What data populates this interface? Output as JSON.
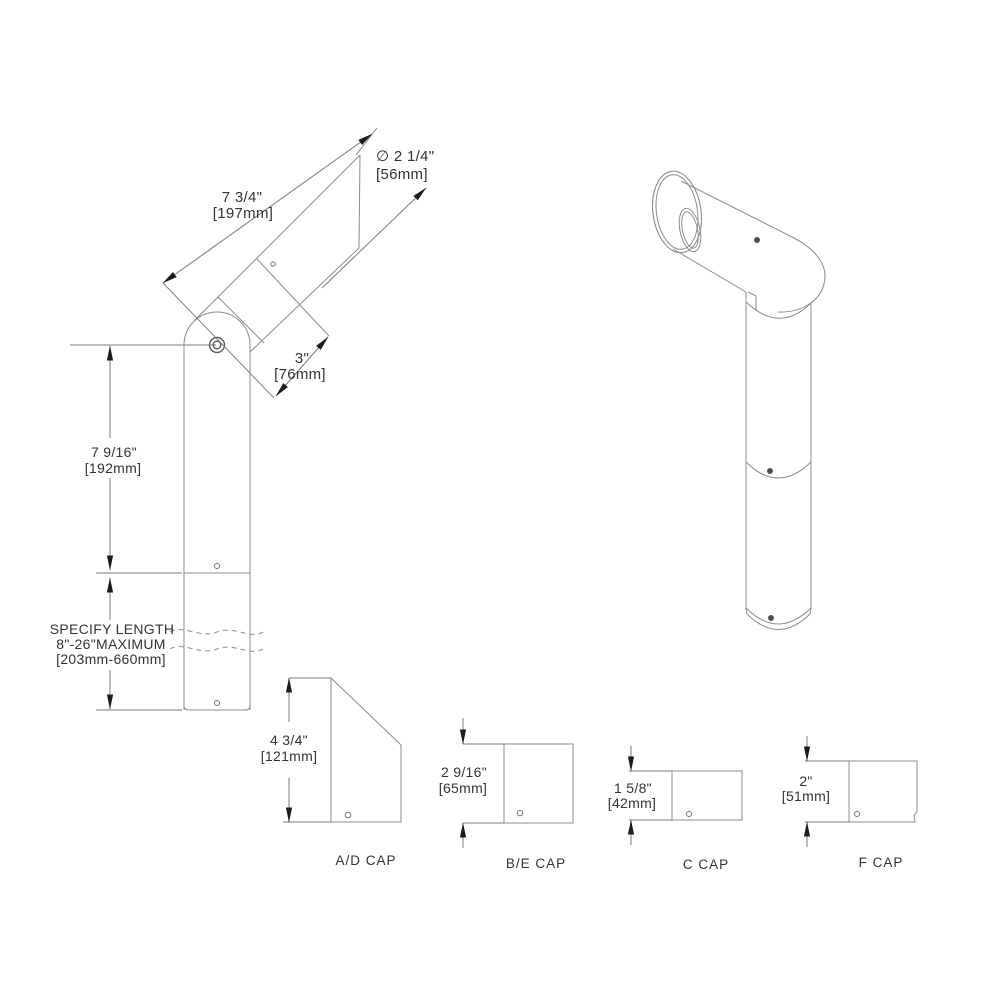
{
  "main_view": {
    "tube_length": {
      "inches": "7 3/4\"",
      "mm": "[197mm]"
    },
    "tube_diameter": {
      "inches": "∅ 2 1/4\"",
      "mm": "[56mm]"
    },
    "elbow_offset": {
      "inches": "3\"",
      "mm": "[76mm]"
    },
    "upper_post": {
      "inches": "7 9/16\"",
      "mm": "[192mm]"
    },
    "post_length_note": {
      "line1": "SPECIFY LENGTH",
      "line2": "8\"-26\"MAXIMUM",
      "line3": "[203mm-660mm]"
    }
  },
  "caps": [
    {
      "label": "A/D CAP",
      "height_in": "4 3/4\"",
      "height_mm": "[121mm]"
    },
    {
      "label": "B/E CAP",
      "height_in": "2 9/16\"",
      "height_mm": "[65mm]"
    },
    {
      "label": "C CAP",
      "height_in": "1 5/8\"",
      "height_mm": "[42mm]"
    },
    {
      "label": "F CAP",
      "height_in": "2\"",
      "height_mm": "[51mm]"
    }
  ],
  "colors": {
    "background": "#ffffff",
    "line": "#8c8c8c",
    "dim_line": "#7a7a7a",
    "arrow": "#1c1c1c",
    "text": "#333333"
  }
}
